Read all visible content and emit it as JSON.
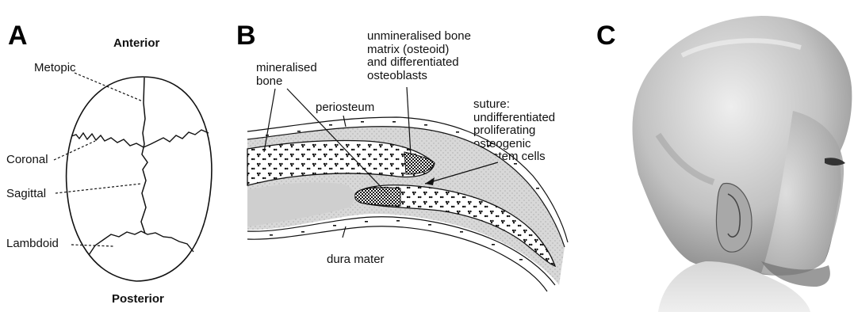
{
  "panels": {
    "a": {
      "letter": "A",
      "anterior": "Anterior",
      "posterior": "Posterior",
      "sutures": {
        "metopic": "Metopic",
        "coronal": "Coronal",
        "sagittal": "Sagittal",
        "lambdoid": "Lambdoid"
      }
    },
    "b": {
      "letter": "B",
      "mineralised_bone": [
        "mineralised",
        "bone"
      ],
      "unmineralised": [
        "unmineralised  bone",
        "matrix (osteoid)",
        "and differentiated",
        "osteoblasts"
      ],
      "periosteum": "periosteum",
      "suture": [
        "suture:",
        "undifferentiated",
        "proliferating",
        "osteogenic",
        "stem cells"
      ],
      "dura_mater": "dura mater"
    },
    "c": {
      "letter": "C"
    }
  },
  "colors": {
    "line": "#111111",
    "membrane_fill": "#dcdcdc",
    "bone_fill": "#ffffff",
    "skin_light": "#e9e9e9",
    "skin_mid": "#b7b7b7",
    "skin_dark": "#6f6f6f"
  }
}
